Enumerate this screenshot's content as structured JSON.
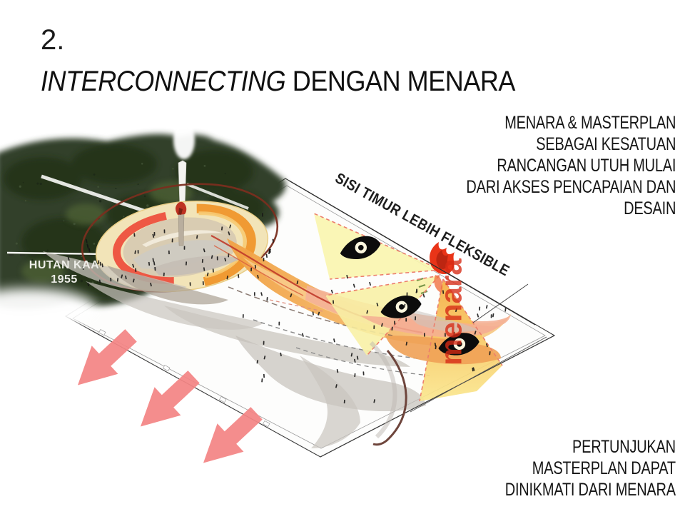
{
  "slide": {
    "number": "2.",
    "title_italic": "INTERCONNECTING",
    "title_regular": " DENGAN MENARA"
  },
  "annotations": {
    "top_right": [
      "MENARA & MASTERPLAN",
      "SEBAGAI KESATUAN",
      "RANCANGAN UTUH MULAI",
      "DARI AKSES PENCAPAIAN DAN",
      "DESAIN"
    ],
    "bottom_right": [
      "PERTUNJUKAN",
      "MASTERPLAN DAPAT",
      "DINIKMATI DARI MENARA"
    ],
    "east_side": "SISI TIMUR LEBIH FLEKSIBLE",
    "forest": [
      "HUTAN KAA",
      "1955"
    ],
    "tower": "menara"
  },
  "icons": {
    "eye": "viewpoint-eye-icon",
    "arrow": "flow-direction-arrow-icon",
    "tower_marker": "menara-flame-marker-icon"
  },
  "colors": {
    "arrow": "#F48585",
    "cone_yellow": "#FAF5AE",
    "cone_yellow2": "#F8F0A4",
    "view_dash": "#EC7E6C",
    "tower_red": "#E93418",
    "ring_path": "#7A2E1F",
    "amphitheater_red": "#EE5844",
    "amphitheater_orange": "#F09A33",
    "forest_green": "#30402B"
  }
}
